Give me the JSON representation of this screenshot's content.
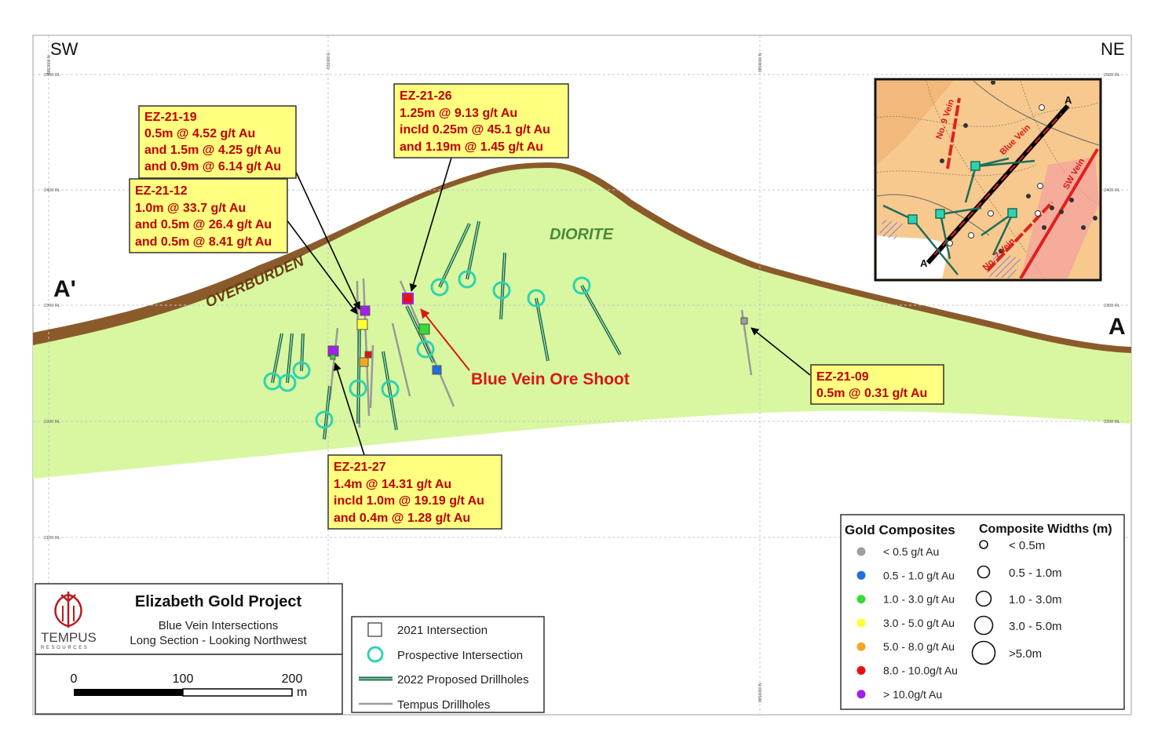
{
  "corners": {
    "sw": "SW",
    "ne": "NE"
  },
  "section_ends": {
    "a_prime": "A'",
    "a": "A"
  },
  "rl_labels": [
    "2500 RL",
    "2400 RL",
    "2300 RL",
    "2200 RL",
    "2100 RL"
  ],
  "grid_labels": [
    "8853000 N",
    "831000 E",
    "8854000 N",
    "8854000 N"
  ],
  "lithology": {
    "diorite": "DIORITE",
    "overburden": "OVERBURDEN"
  },
  "callouts": {
    "ez2119": {
      "title": "EZ-21-19",
      "lines": [
        "0.5m @ 4.52 g/t Au",
        "and 1.5m @ 4.25 g/t Au",
        "and 0.9m @ 6.14 g/t Au"
      ]
    },
    "ez2112": {
      "title": "EZ-21-12",
      "lines": [
        "1.0m @ 33.7 g/t Au",
        "and 0.5m @ 26.4 g/t Au",
        "and 0.5m @ 8.41 g/t Au"
      ]
    },
    "ez2126": {
      "title": "EZ-21-26",
      "lines": [
        "1.25m @ 9.13 g/t Au",
        "incld 0.25m @ 45.1 g/t Au",
        "and 1.19m @ 1.45 g/t Au"
      ]
    },
    "ez2127": {
      "title": "EZ-21-27",
      "lines": [
        "1.4m @ 14.31 g/t Au",
        "incld 1.0m @ 19.19 g/t Au",
        "and 0.4m @ 1.28 g/t Au"
      ]
    },
    "ez2109": {
      "title": "EZ-21-09",
      "lines": [
        "0.5m @ 0.31 g/t Au"
      ]
    }
  },
  "ore_shoot_label": "Blue Vein Ore Shoot",
  "inset": {
    "labels": {
      "no9": "No. 9 Vein",
      "blue": "Blue Vein",
      "sw": "SW Vein",
      "no7": "No. 7 Vein",
      "a": "A",
      "a_prime": "A'"
    }
  },
  "title_block": {
    "company_line1": "TEMPUS",
    "company_line2": "RESOURCES",
    "title": "Elizabeth Gold Project",
    "subtitle1": "Blue Vein Intersections",
    "subtitle2": "Long Section - Looking Northwest",
    "scale": {
      "t0": "0",
      "t1": "100",
      "t2": "200",
      "unit": "m"
    }
  },
  "symbol_legend": [
    {
      "label": "2021 Intersection",
      "symbol": "square"
    },
    {
      "label": "Prospective Intersection",
      "symbol": "circle"
    },
    {
      "label": "2022 Proposed Drillholes",
      "symbol": "double-line"
    },
    {
      "label": "Tempus Drillholes",
      "symbol": "grey-line"
    }
  ],
  "gold_legend": {
    "title": "Gold Composites",
    "items": [
      {
        "label": "< 0.5 g/t Au",
        "color": "#9e9e9e"
      },
      {
        "label": "0.5 - 1.0 g/t Au",
        "color": "#1f6fe0"
      },
      {
        "label": "1.0 - 3.0 g/t Au",
        "color": "#33dd33"
      },
      {
        "label": "3.0 - 5.0 g/t Au",
        "color": "#ffff33"
      },
      {
        "label": "5.0 - 8.0 g/t Au",
        "color": "#f5a623"
      },
      {
        "label": "8.0 - 10.0g/t Au",
        "color": "#e81010"
      },
      {
        "label": "> 10.0g/t Au",
        "color": "#a020f0"
      }
    ]
  },
  "width_legend": {
    "title": "Composite Widths (m)",
    "items": [
      "< 0.5m",
      "0.5 - 1.0m",
      "1.0 - 3.0m",
      "3.0 - 5.0m",
      ">5.0m"
    ]
  },
  "colors": {
    "diorite": "#d8f7a0",
    "overburden": "#8b5a2b",
    "callout_fill": "#ffff80",
    "callout_text": "#c00000",
    "proposed_hole": "#1a6e5a",
    "prospective_circle": "#2fd3b0",
    "tempus_hole": "#9a9a9a",
    "ore_label": "#d81818"
  }
}
